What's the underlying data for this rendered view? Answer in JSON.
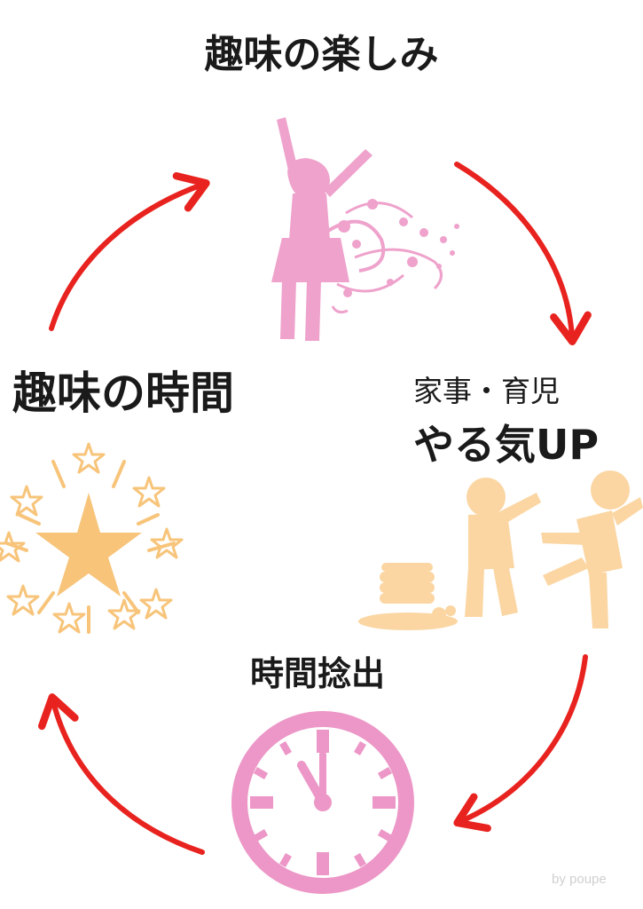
{
  "labels": {
    "top": "趣味の楽しみ",
    "left": "趣味の時間",
    "right_line1": "家事・育児",
    "right_line2": "やる気UP",
    "bottom": "時間捻出"
  },
  "credit": "by poupe",
  "colors": {
    "arrow": "#e8231f",
    "pink": "#eea2cc",
    "clock_pink": "#ec97c7",
    "peach": "#fbd6a3",
    "star": "#f7c47a",
    "text": "#1a1a1a"
  },
  "icons": {
    "top": "jumping-girl-silhouette-icon",
    "right": "children-and-pancakes-icon",
    "bottom": "clock-icon",
    "left": "star-burst-icon"
  }
}
